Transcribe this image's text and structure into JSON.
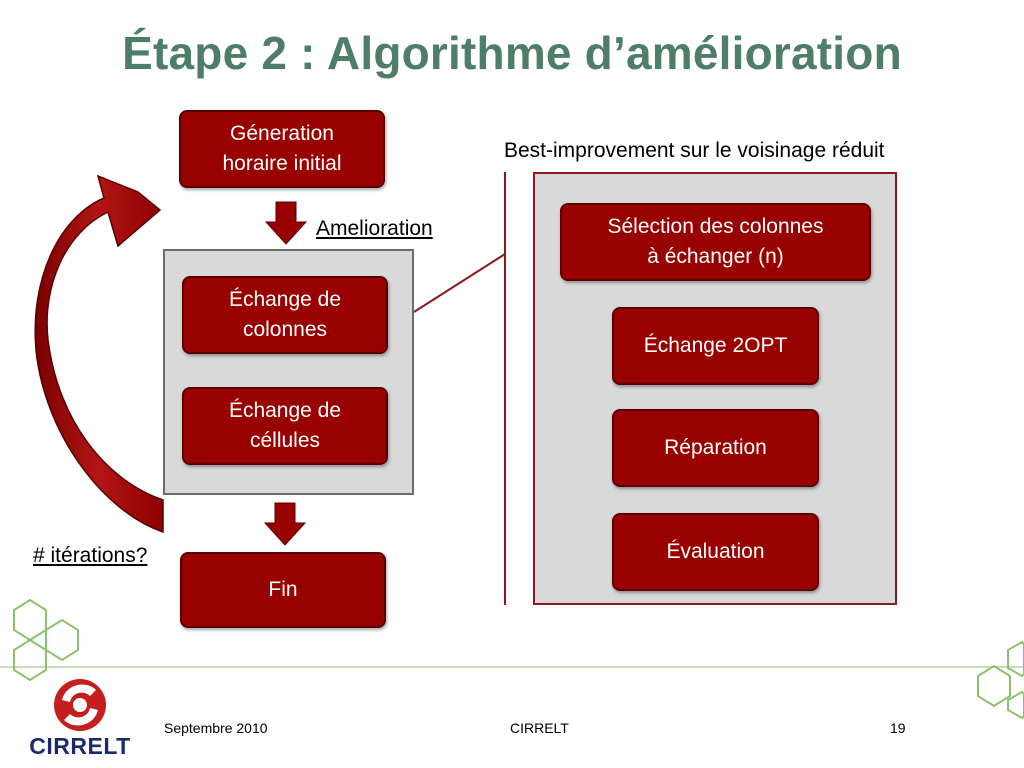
{
  "slide": {
    "title": "Étape 2 : Algorithme d’amélioration"
  },
  "flow": {
    "start": "Géneration\nhoraire initial",
    "improvement_label": "Amelioration",
    "swap_columns": "Échange de\ncolonnes",
    "swap_cells": "Échange de\ncéllules",
    "iterations_label": "# itérations?",
    "end": "Fin"
  },
  "detail": {
    "heading": "Best-improvement sur le voisinage réduit",
    "select_columns": "Sélection des colonnes\nà échanger (n)",
    "swap_2opt": "Échange 2OPT",
    "repair": "Réparation",
    "evaluation": "Évaluation"
  },
  "footer": {
    "date": "Septembre 2010",
    "org": "CIRRELT",
    "page_number": "19",
    "logo_text": "CIRRELT"
  },
  "colors": {
    "title": "#4e7d6a",
    "box_fill": "#990000",
    "accent_green": "#6fae4a"
  }
}
